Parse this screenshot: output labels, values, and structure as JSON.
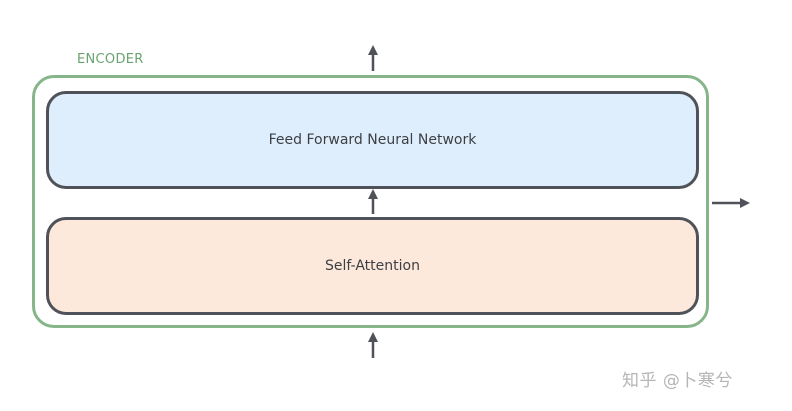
{
  "encoder": {
    "label": "ENCODER",
    "border_color": "#86b589"
  },
  "layers": {
    "feed_forward": {
      "label": "Feed Forward Neural Network",
      "fill_color": "#dfeefc"
    },
    "self_attention": {
      "label": "Self-Attention",
      "fill_color": "#fde9dc"
    }
  },
  "watermark": {
    "text": "知乎 @卜寒兮"
  }
}
